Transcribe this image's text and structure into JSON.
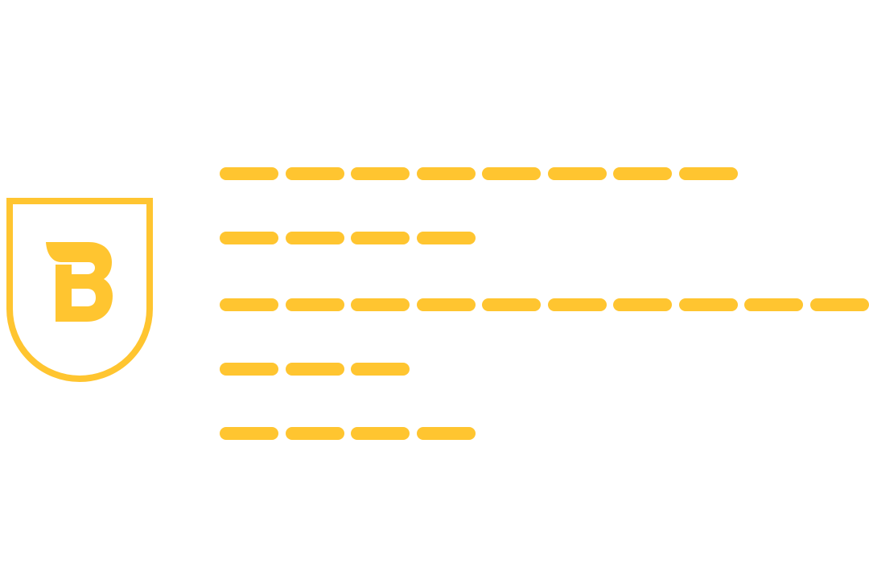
{
  "colors": {
    "accent": "#FFC530",
    "background": "#FFFFFF"
  },
  "logo": {
    "icon": "shield-b-logo",
    "letter": "B"
  },
  "placeholder_lines": [
    {
      "dash_count": 8
    },
    {
      "dash_count": 4
    },
    {
      "dash_count": 10
    },
    {
      "dash_count": 3
    },
    {
      "dash_count": 4
    }
  ]
}
